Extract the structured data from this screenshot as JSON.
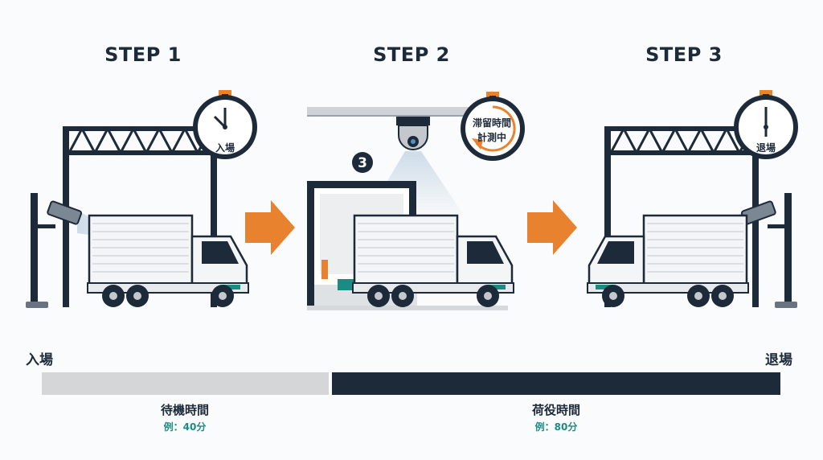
{
  "steps": [
    {
      "title": "STEP 1",
      "clock_label": "入場"
    },
    {
      "title": "STEP 2",
      "clock_label_line1": "滞留時間",
      "clock_label_line2": "計測中",
      "dock_number": "3"
    },
    {
      "title": "STEP 3",
      "clock_label": "退場"
    }
  ],
  "timeline": {
    "start_label": "入場",
    "end_label": "退場",
    "segments": [
      {
        "title": "待機時間",
        "example": "例：40分",
        "color": "#d4d6d8"
      },
      {
        "title": "荷役時間",
        "example": "例：80分",
        "color": "#1d2a3a"
      }
    ]
  },
  "colors": {
    "accent": "#e8822e",
    "navy": "#1d2a3a",
    "teal": "#1b8b84"
  }
}
